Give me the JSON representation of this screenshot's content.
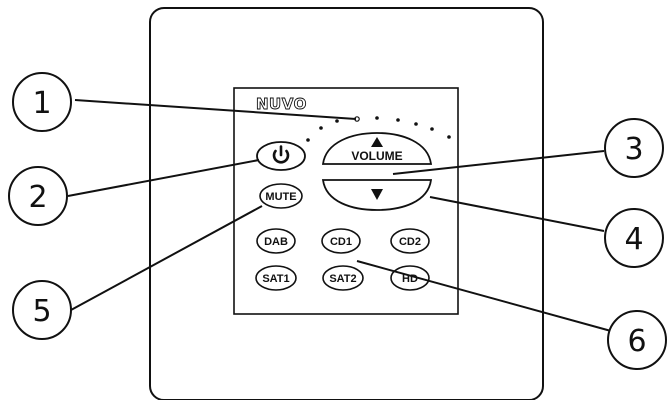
{
  "panel": {
    "logo_text": "NUVO",
    "power_icon": "power-icon",
    "volume_label": "VOLUME",
    "volume_up_icon": "triangle-up-icon",
    "volume_down_icon": "triangle-down-icon",
    "mute_label": "MUTE",
    "source_buttons": [
      "DAB",
      "CD1",
      "CD2",
      "SAT1",
      "SAT2",
      "HD"
    ]
  },
  "callouts": [
    "1",
    "2",
    "3",
    "4",
    "5",
    "6"
  ],
  "colors": {
    "stroke": "#111111",
    "background": "#ffffff"
  }
}
